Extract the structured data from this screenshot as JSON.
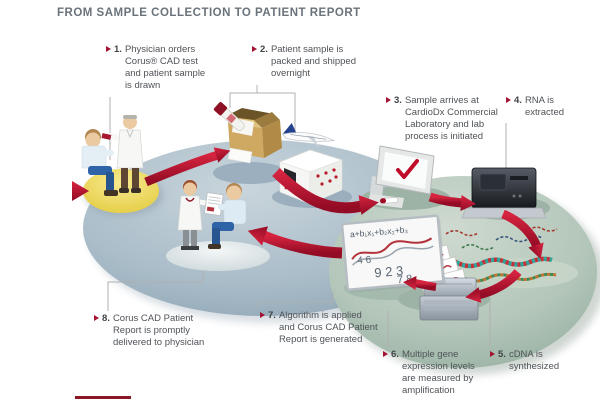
{
  "title": "FROM SAMPLE COLLECTION TO PATIENT REPORT",
  "steps": [
    {
      "num": "1.",
      "text": "Physician orders\nCorus® CAD test\nand patient sample\nis drawn"
    },
    {
      "num": "2.",
      "text": "Patient sample is\npacked and shipped\novernight"
    },
    {
      "num": "3.",
      "text": "Sample arrives at\nCardioDx Commercial\nLaboratory and lab\nprocess is initiated"
    },
    {
      "num": "4.",
      "text": "RNA is\nextracted"
    },
    {
      "num": "5.",
      "text": "cDNA is\nsynthesized"
    },
    {
      "num": "6.",
      "text": "Multiple gene\nexpression levels\nare measured by\namplification"
    },
    {
      "num": "7.",
      "text": "Algorithm is applied\nand Corus CAD Patient\nReport is generated"
    },
    {
      "num": "8.",
      "text": "Corus CAD Patient\nReport is promptly\ndelivered to physician"
    }
  ],
  "board": {
    "formula": "a+b₁x₁+b₂x₂+b₃",
    "num1": "4 6",
    "num2": "9 2 3",
    "num3": "7 8"
  },
  "icons": {
    "bullet": "triangle-right-icon",
    "checkmark": "checkmark-icon",
    "airplane": "airplane-icon",
    "arrows": "red-flow-arrow"
  },
  "colors": {
    "arrow_red": "#bf0c2d",
    "bullet_red": "#a41332",
    "left_ellipse": "#aabdc9",
    "right_ellipse": "#b3c6b9",
    "spotlight_yellow": "#eed95e",
    "title_gray": "#6a737b",
    "text_gray": "#4f5358",
    "connector_gray": "#b0b0b0"
  }
}
